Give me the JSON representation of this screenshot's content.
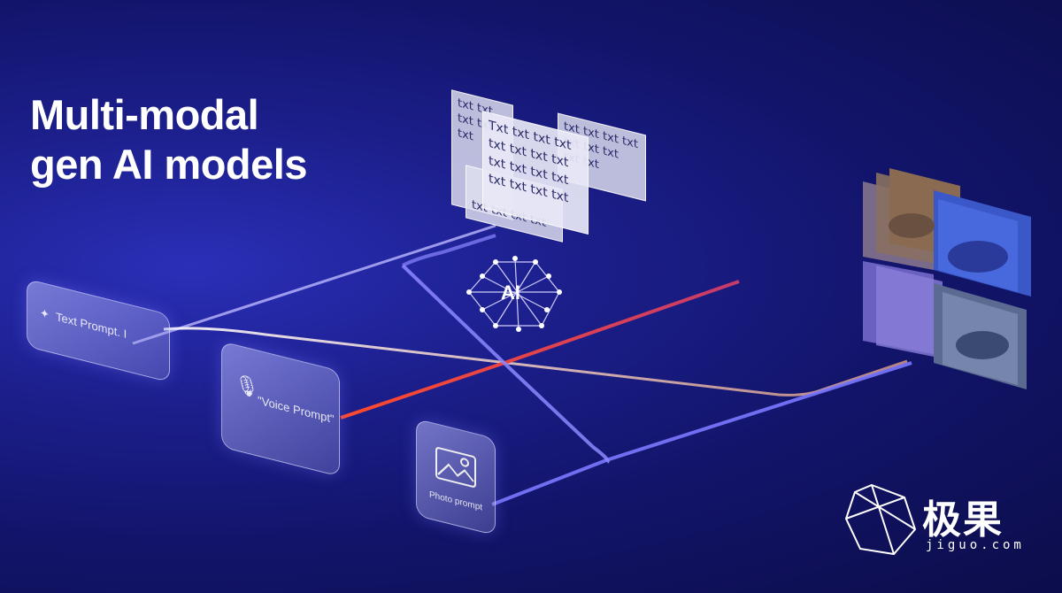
{
  "title": {
    "line1": "Multi-modal",
    "line2": "gen AI models"
  },
  "inputs": {
    "text_prompt": "Text Prompt. I",
    "voice_prompt": "\"Voice Prompt\"",
    "photo_prompt": "Photo prompt"
  },
  "text_sheet": {
    "rows": [
      "Txt txt txt txt",
      "txt txt txt txt",
      "txt txt txt txt",
      "txt txt txt txt"
    ],
    "back_rows": [
      "txt txt",
      "txt txt",
      "txt"
    ],
    "side_rows": [
      "txt txt txt txt",
      "txt txt txt",
      "txt txt"
    ],
    "bottom_row": "txt txt txt txt"
  },
  "ai_node": {
    "label": "AI"
  },
  "watermark": {
    "name": "极果",
    "url": "jiguo.com"
  },
  "colors": {
    "background": "#15177a",
    "voice_line": "#e8432b",
    "flow_line": "#8a86ff",
    "audio_wave": "#4a8cff"
  }
}
